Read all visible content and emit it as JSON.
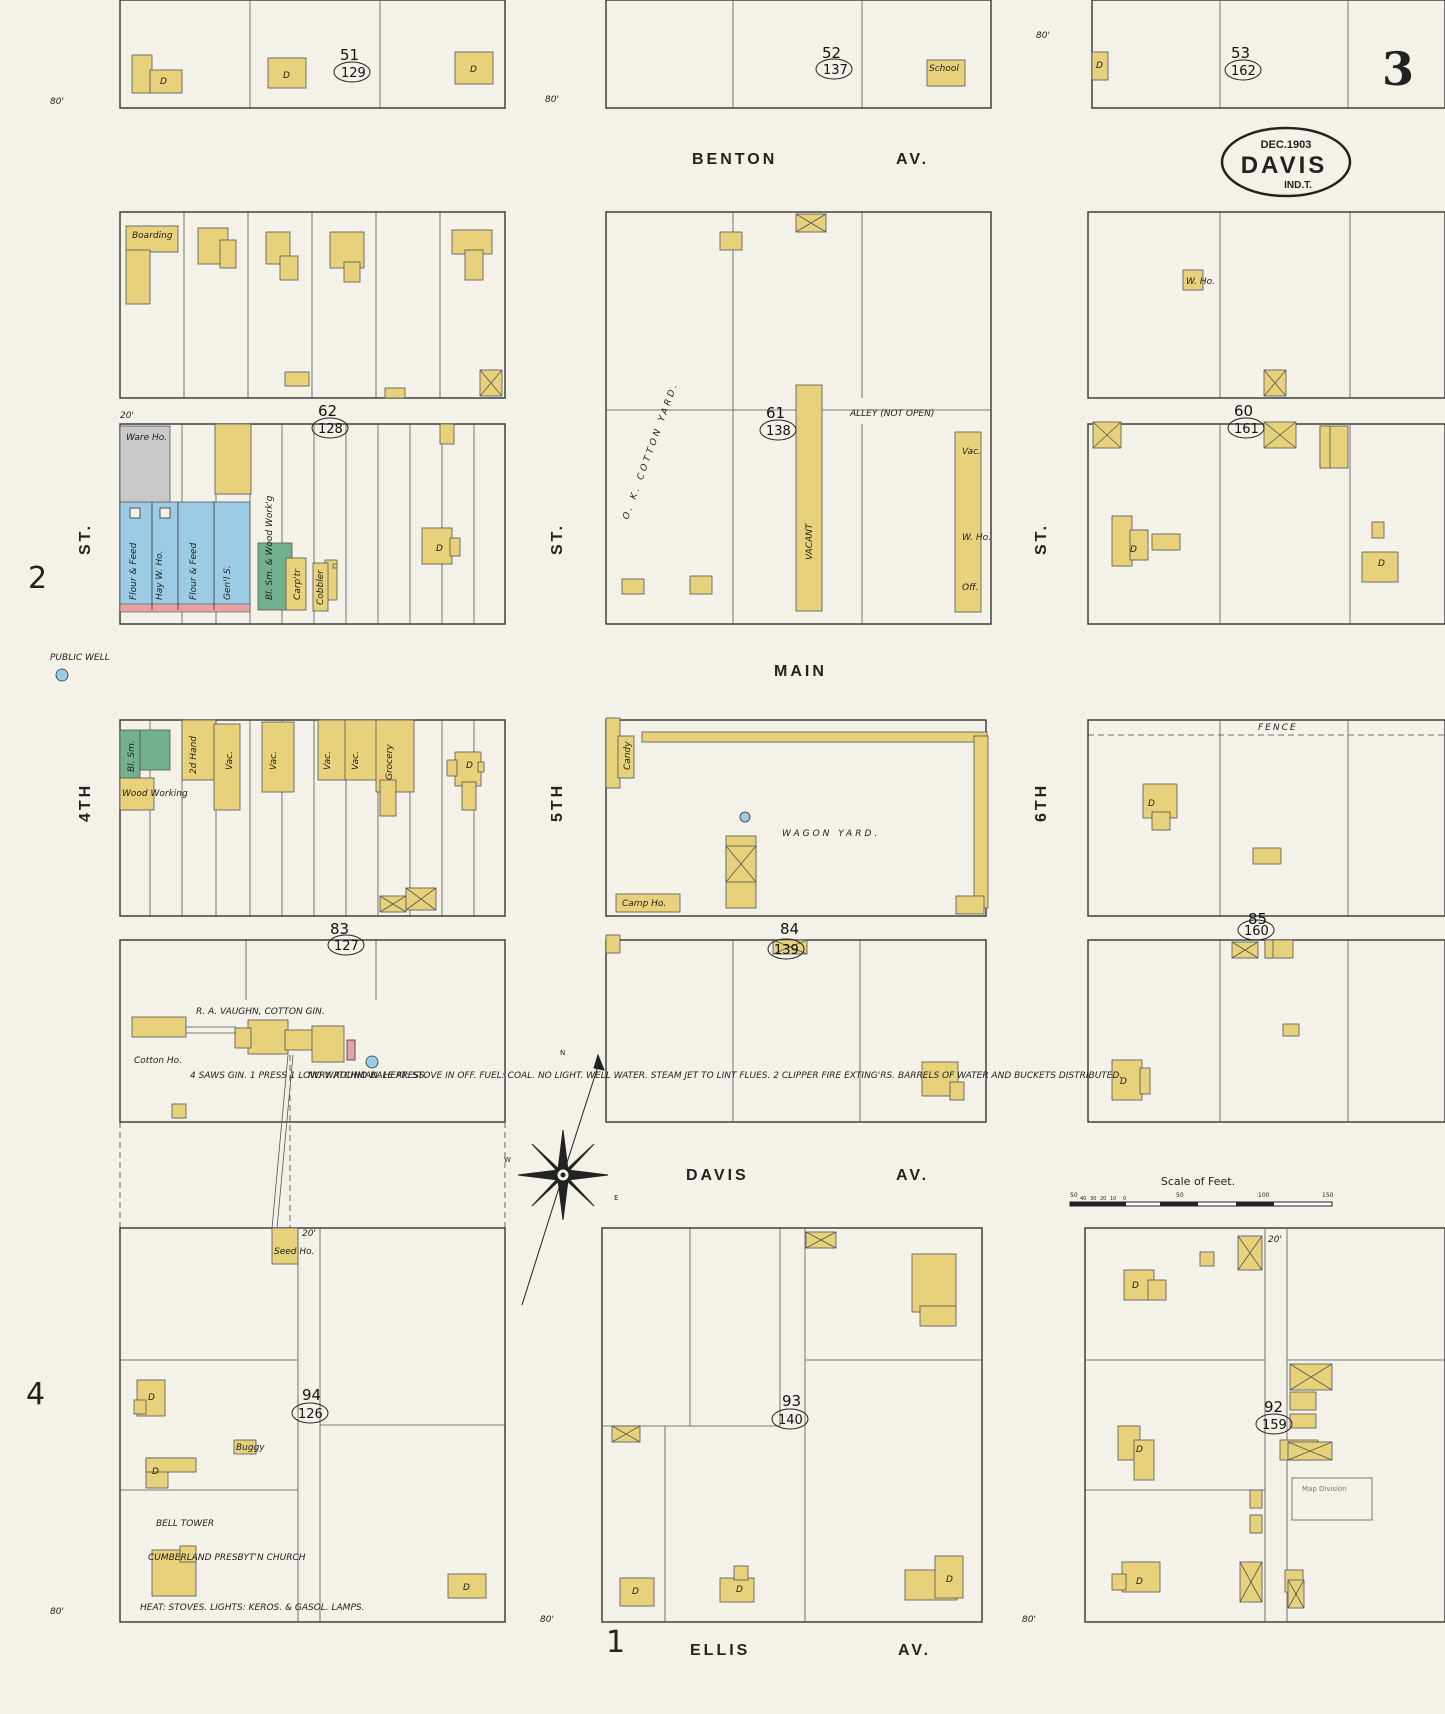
{
  "sheet": {
    "page_number": "3",
    "date": "DEC.1903",
    "town": "DAVIS",
    "territory": "IND.T.",
    "edge_marks": [
      "2",
      "4",
      "1"
    ]
  },
  "streets": {
    "benton": [
      "BENTON",
      "AV."
    ],
    "main": "MAIN",
    "davis": [
      "DAVIS",
      "AV."
    ],
    "ellis": [
      "ELLIS",
      "AV."
    ],
    "st4_top": "ST.",
    "st4_bottom": "4TH",
    "st5_top": "ST.",
    "st5_bottom": "5TH",
    "st6_top": "ST.",
    "st6_bottom": "6TH",
    "alley": "ALLEY (NOT OPEN)",
    "street_width": "80'",
    "alley_width": "20'"
  },
  "blocks": [
    {
      "id": "51",
      "ref": "129"
    },
    {
      "id": "52",
      "ref": "137"
    },
    {
      "id": "53",
      "ref": "162"
    },
    {
      "id": "62",
      "ref": "128"
    },
    {
      "id": "61",
      "ref": "138"
    },
    {
      "id": "60",
      "ref": "161"
    },
    {
      "id": "83",
      "ref": "127"
    },
    {
      "id": "84",
      "ref": "139"
    },
    {
      "id": "85",
      "ref": "160"
    },
    {
      "id": "94",
      "ref": "126"
    },
    {
      "id": "93",
      "ref": "140"
    },
    {
      "id": "92",
      "ref": "159"
    }
  ],
  "labels": {
    "gin": "R. A. VAUGHN, COTTON GIN.",
    "gin_notes_left": "4 SAWS GIN. 1 PRESS 1 LOWRY ROUND BALE PRESS.",
    "gin_notes_right": "NO WATCHMAN. HEAT: STOVE IN OFF. FUEL: COAL. NO LIGHT. WELL WATER. STEAM JET TO LINT FLUES. 2 CLIPPER FIRE EXTING'RS. BARRELS OF WATER AND BUCKETS DISTRIBUTED.",
    "cotton_ho": "Cotton Ho.",
    "seed_ho": "Seed Ho.",
    "wagon_yard": "WAGON YARD.",
    "cotton_yard": "O. K. COTTON YARD.",
    "church": "CUMBERLAND PRESBYT'N CHURCH",
    "church_notes": "HEAT: STOVES. LIGHTS: KEROS. & GASOL. LAMPS.",
    "bell_tower": "BELL TOWER",
    "public_well": "PUBLIC WELL",
    "school": "School",
    "boarding": "Boarding",
    "ware_ho": "Ware Ho.",
    "flour_feed": "Flour & Feed",
    "hay_w_ho": "Hay W. Ho.",
    "genl_s": "Gen'l S.",
    "bl_sm": "Bl. Sm. & Wood Work'g",
    "carp_tr": "Carp'tr",
    "cobbler": "Cobbler",
    "bl_sm2": "Bl. Sm.",
    "wood_working": "Wood Working",
    "second_hand": "2d Hand",
    "vac": "Vac.",
    "grocery": "Grocery",
    "candy": "Candy",
    "camp_ho": "Camp Ho.",
    "vacant": "VACANT",
    "w_ho": "W. Ho.",
    "off": "Off.",
    "fence": "FENCE",
    "buggy": "Buggy",
    "scale_title": "Scale of Feet.",
    "scale_ticks": [
      "50",
      "40",
      "30",
      "20",
      "10",
      "0",
      "50",
      "100",
      "150"
    ],
    "stamp": "Map Division",
    "d": "D",
    "compass_n": "N",
    "compass_e": "E",
    "compass_w": "W"
  },
  "colors": {
    "paper": "#f3f1e8",
    "frame": "#e7d17b",
    "brick": "#e7a3a3",
    "stone": "#9ccbe6",
    "iron": "#73b08f",
    "adobe": "#c9c9c9"
  }
}
